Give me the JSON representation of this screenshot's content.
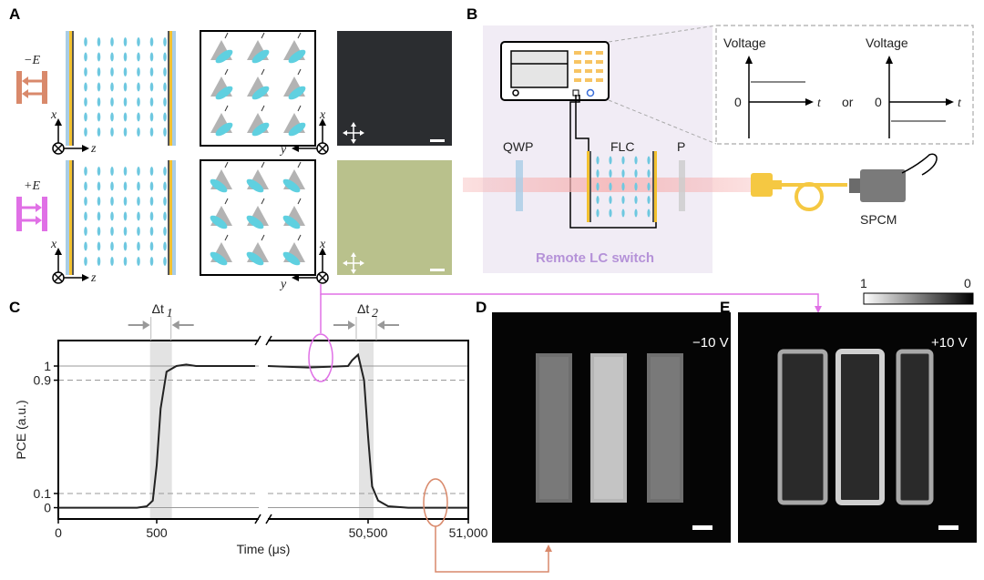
{
  "panels": {
    "a": "A",
    "b": "B",
    "c": "C",
    "d": "D",
    "e": "E"
  },
  "panel_a": {
    "row1_field": "−E",
    "row2_field": "+E",
    "axis_x": "x",
    "axis_z": "z",
    "axis_y": "y",
    "colors": {
      "neg_field": "#d9896b",
      "pos_field": "#e070e6",
      "lc": "#6ec8e0"
    }
  },
  "panel_b": {
    "qwp": "QWP",
    "flc": "FLC",
    "p": "P",
    "spcm": "SPCM",
    "switch_label": "Remote LC switch",
    "voltage_label": "Voltage",
    "or_label": "or",
    "zero": "0",
    "t": "t",
    "colors": {
      "switch_bg": "#f1ecf5",
      "switch_text": "#b592d8",
      "fiber": "#f5c842",
      "beam": "#f6b3b3"
    }
  },
  "panel_c": {
    "dt1": "Δt",
    "dt1_sub": "1",
    "dt2": "Δt",
    "dt2_sub": "2",
    "colors": {
      "shade": "#e3e3e3",
      "trace": "#222222",
      "pink": "#e070e6",
      "orange": "#d9896b"
    }
  },
  "panel_d": {
    "label": "−10 V"
  },
  "panel_e": {
    "label": "+10 V"
  },
  "colorbar": {
    "max": "1",
    "min": "0"
  },
  "chart_data": {
    "type": "line",
    "title": "",
    "xlabel": "Time (μs)",
    "ylabel": "PCE (a.u.)",
    "xticks": [
      "0",
      "500",
      "50,500",
      "51,000"
    ],
    "yticks": [
      "0",
      "0.1",
      "0.9",
      "1"
    ],
    "ylim": [
      -0.08,
      1.18
    ],
    "axis_break": true,
    "reference_lines": [
      {
        "y": 0,
        "style": "solid"
      },
      {
        "y": 0.1,
        "style": "dashed"
      },
      {
        "y": 0.9,
        "style": "dashed"
      },
      {
        "y": 1,
        "style": "solid"
      }
    ],
    "segment1": {
      "x": [
        0,
        400,
        450,
        480,
        500,
        520,
        550,
        600,
        650,
        700,
        900,
        1000
      ],
      "y": [
        0,
        0,
        0.01,
        0.05,
        0.3,
        0.7,
        0.96,
        1.0,
        1.01,
        1.0,
        1.0,
        1.0
      ]
    },
    "segment2": {
      "x": [
        50000,
        50200,
        50400,
        50420,
        50450,
        50480,
        50500,
        50520,
        50550,
        50600,
        50700,
        51000
      ],
      "y": [
        1.0,
        0.99,
        1.0,
        1.04,
        1.08,
        0.9,
        0.5,
        0.15,
        0.05,
        0.01,
        0,
        0
      ]
    }
  }
}
